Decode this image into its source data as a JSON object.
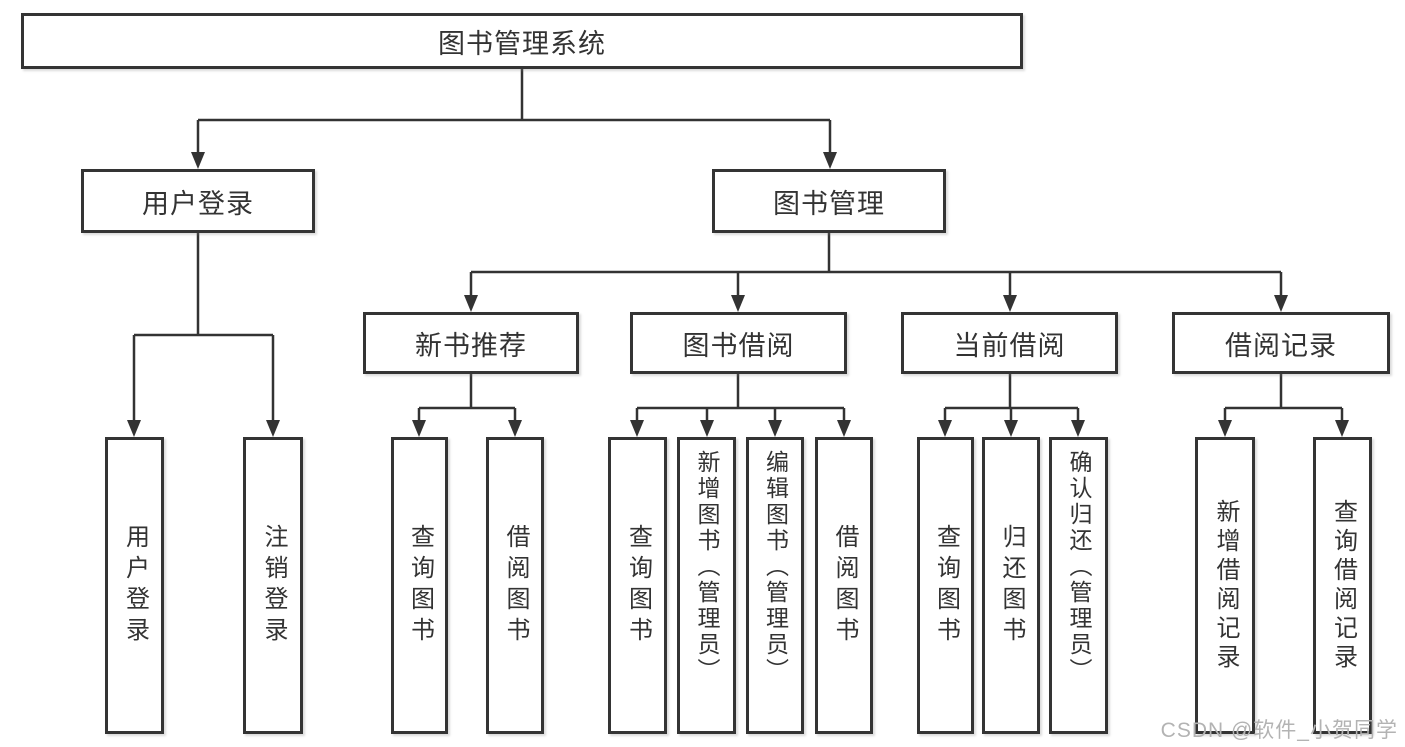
{
  "watermark": "CSDN @软件_小贺同学",
  "colors": {
    "line": "#333333",
    "box_border": "#343434",
    "text": "#333333",
    "watermark": "#b3b3b3",
    "background": "#ffffff"
  },
  "tree": {
    "root": "图书管理系统",
    "user_login": {
      "label": "用户登录",
      "children": [
        "用户登录",
        "注销登录"
      ]
    },
    "book_mgmt": {
      "label": "图书管理",
      "groups": [
        {
          "label": "新书推荐",
          "children": [
            "查询图书",
            "借阅图书"
          ]
        },
        {
          "label": "图书借阅",
          "children": [
            "查询图书",
            "新增图书（管理员）",
            "编辑图书（管理员）",
            "借阅图书"
          ]
        },
        {
          "label": "当前借阅",
          "children": [
            "查询图书",
            "归还图书",
            "确认归还（管理员）"
          ]
        },
        {
          "label": "借阅记录",
          "children": [
            "新增借阅记录",
            "查询借阅记录"
          ]
        }
      ]
    }
  }
}
